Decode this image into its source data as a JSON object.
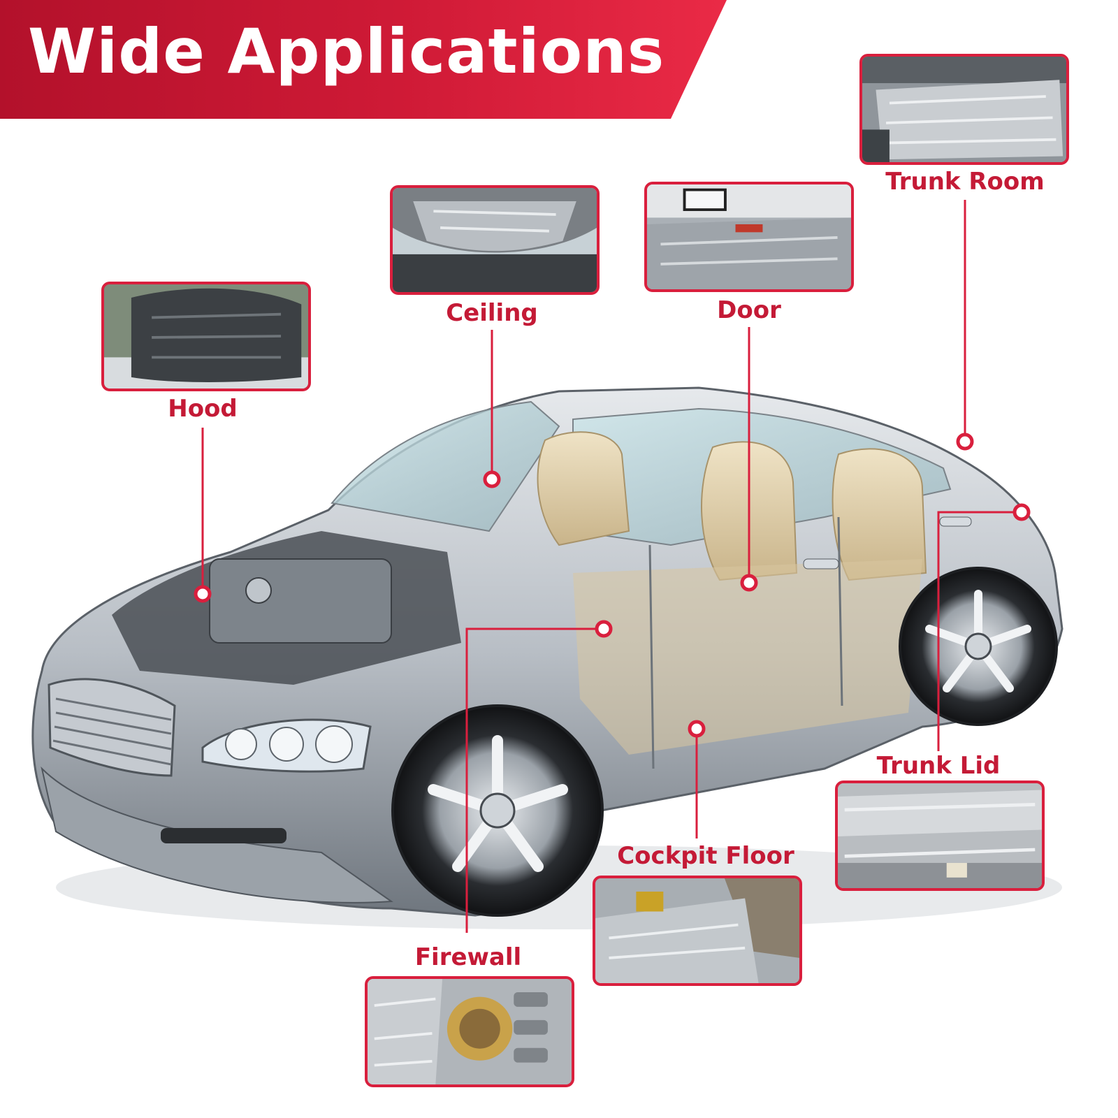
{
  "header": {
    "title": "Wide Applications"
  },
  "labels": {
    "trunk_room": "Trunk Room",
    "ceiling": "Ceiling",
    "door": "Door",
    "hood": "Hood",
    "trunk_lid": "Trunk Lid",
    "cockpit_floor": "Cockpit Floor",
    "firewall": "Firewall"
  },
  "colors": {
    "accent": "#d91f3d",
    "label": "#c41a36",
    "banner_dark": "#b3112b",
    "banner_light": "#ea2a46"
  }
}
